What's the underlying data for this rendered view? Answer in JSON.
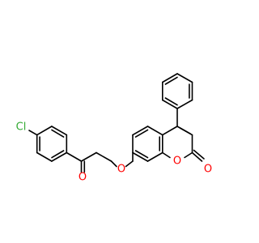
{
  "molecule": {
    "atoms": {
      "chlorine": {
        "label": "Cl",
        "color": "#33aa33"
      },
      "ketone_oxygen": {
        "label": "O",
        "color": "#ff0000"
      },
      "ether_oxygen": {
        "label": "O",
        "color": "#ff0000"
      },
      "ring_oxygen": {
        "label": "O",
        "color": "#ff0000"
      },
      "lactone_carbonyl_oxygen": {
        "label": "O",
        "color": "#ff0000"
      }
    },
    "colors": {
      "bond": "#000000",
      "background": "#ffffff"
    }
  }
}
